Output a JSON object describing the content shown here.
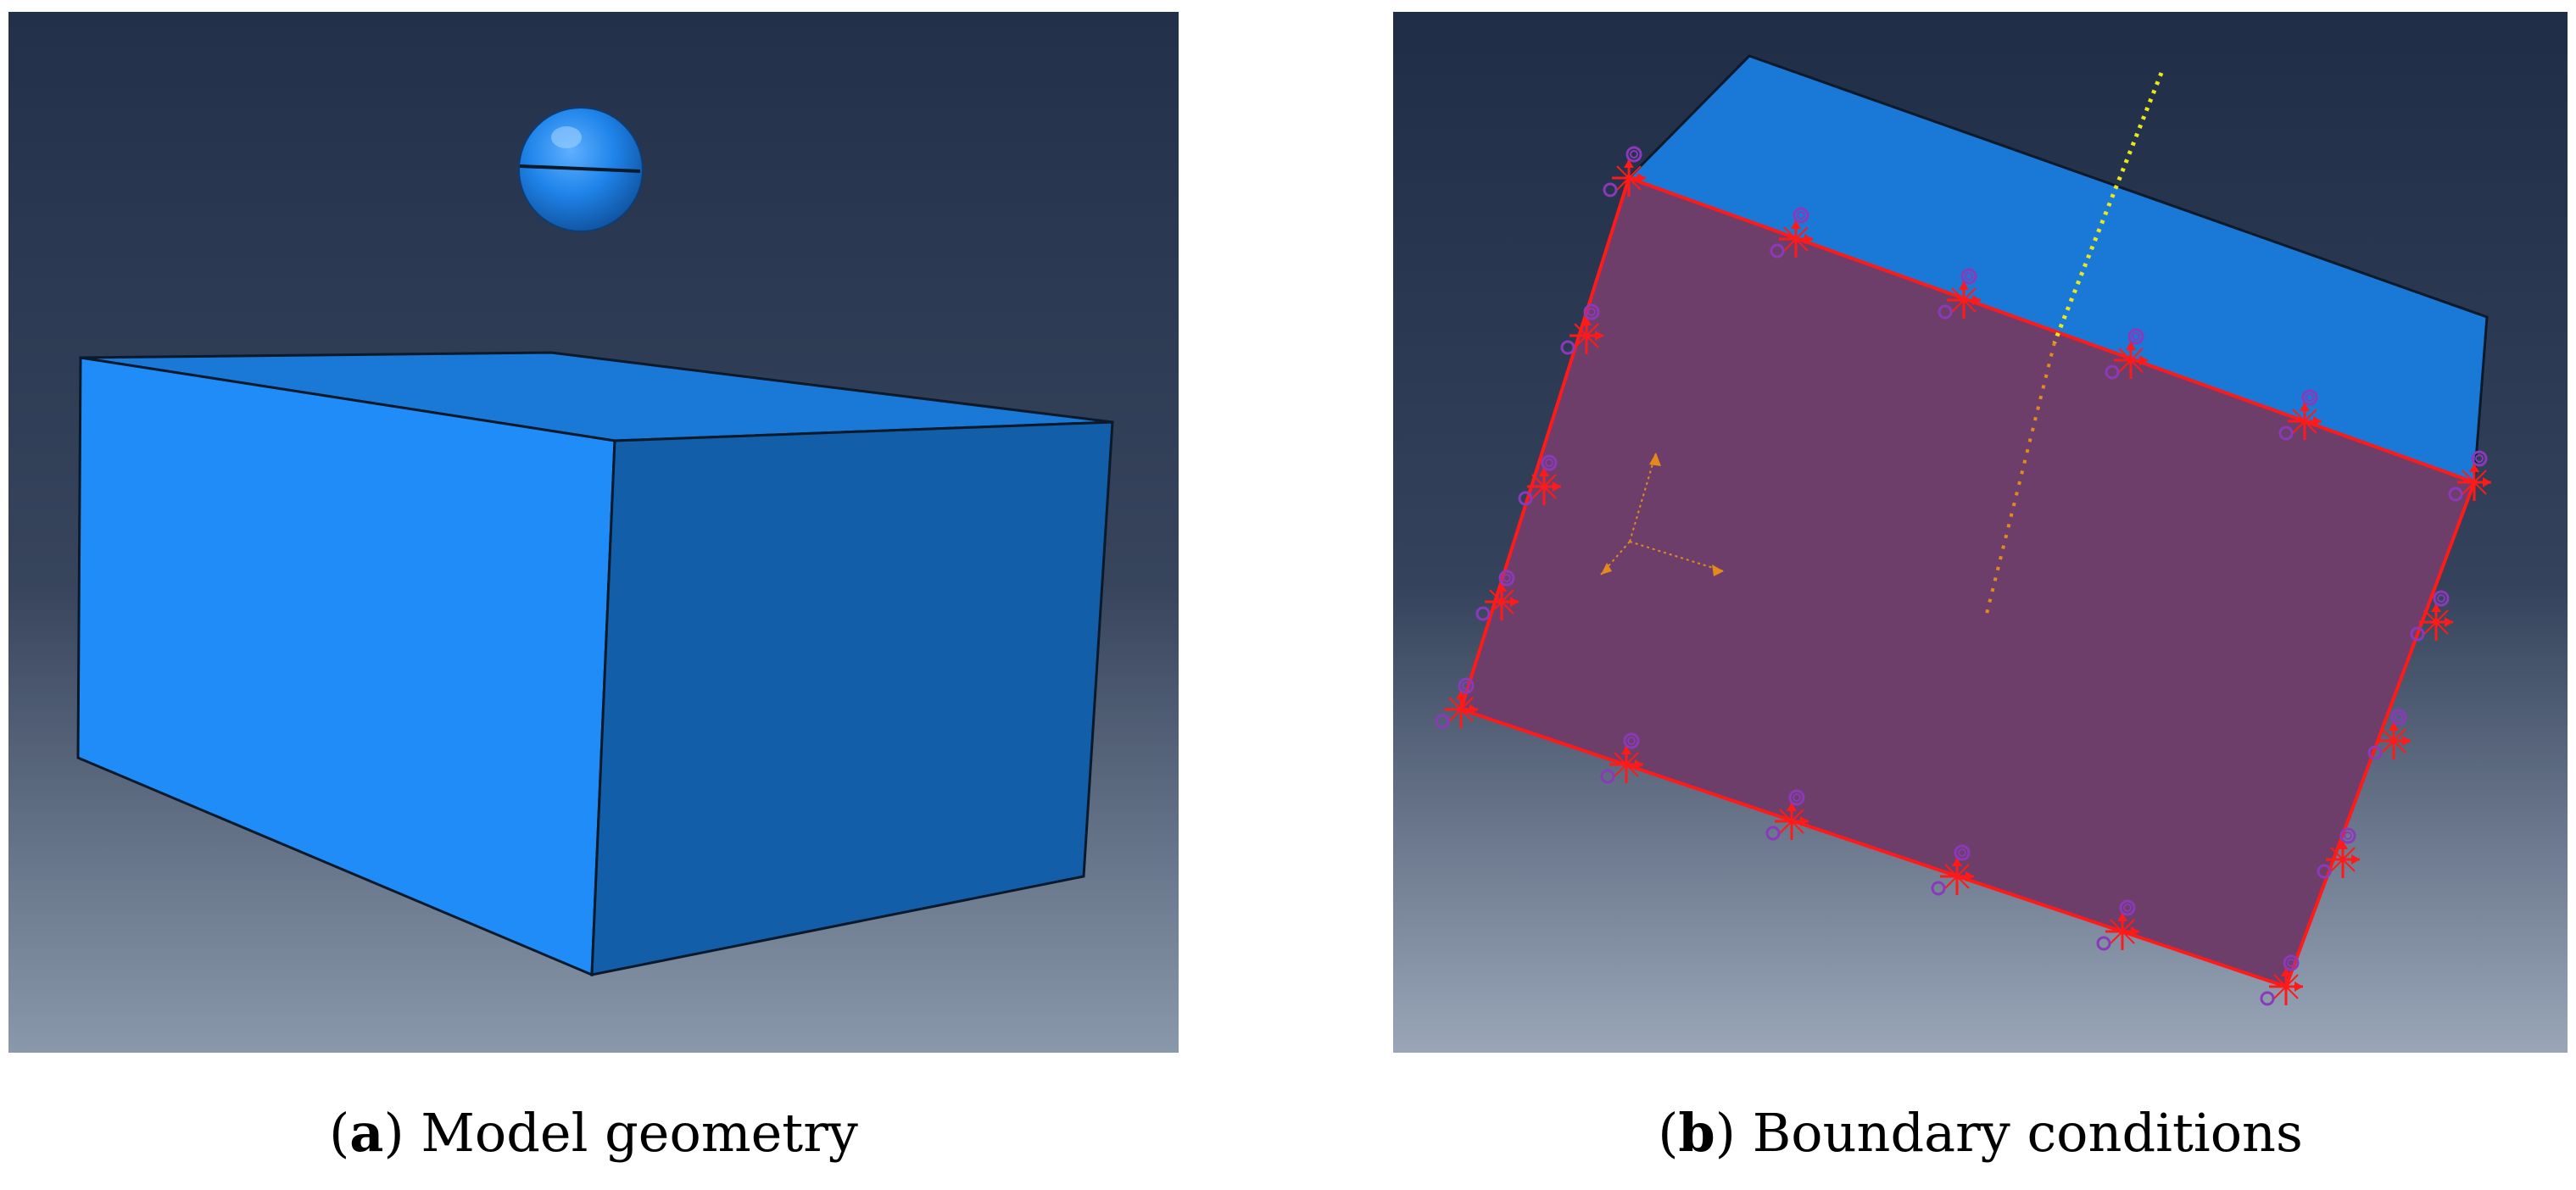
{
  "panels": [
    {
      "letter": "a",
      "caption": "Model geometry"
    },
    {
      "letter": "b",
      "caption": "Boundary conditions"
    }
  ],
  "colors": {
    "background_top": "#22304a",
    "background_bottom": "#8a98ab",
    "part_blue_front": "#1f8cf7",
    "part_blue_side": "#135ea8",
    "part_blue_top": "#1a78d6",
    "face_highlight": "#6d3e6a",
    "constraint_red": "#ff1a1a",
    "symbol_purple": "#8a3ab8",
    "axis_orange": "#e28a1c",
    "reference_yellow": "#e8e81a"
  },
  "icons": {
    "boundary_symbol": "encastre-constraint-icon",
    "triad": "coordinate-triad-icon"
  }
}
